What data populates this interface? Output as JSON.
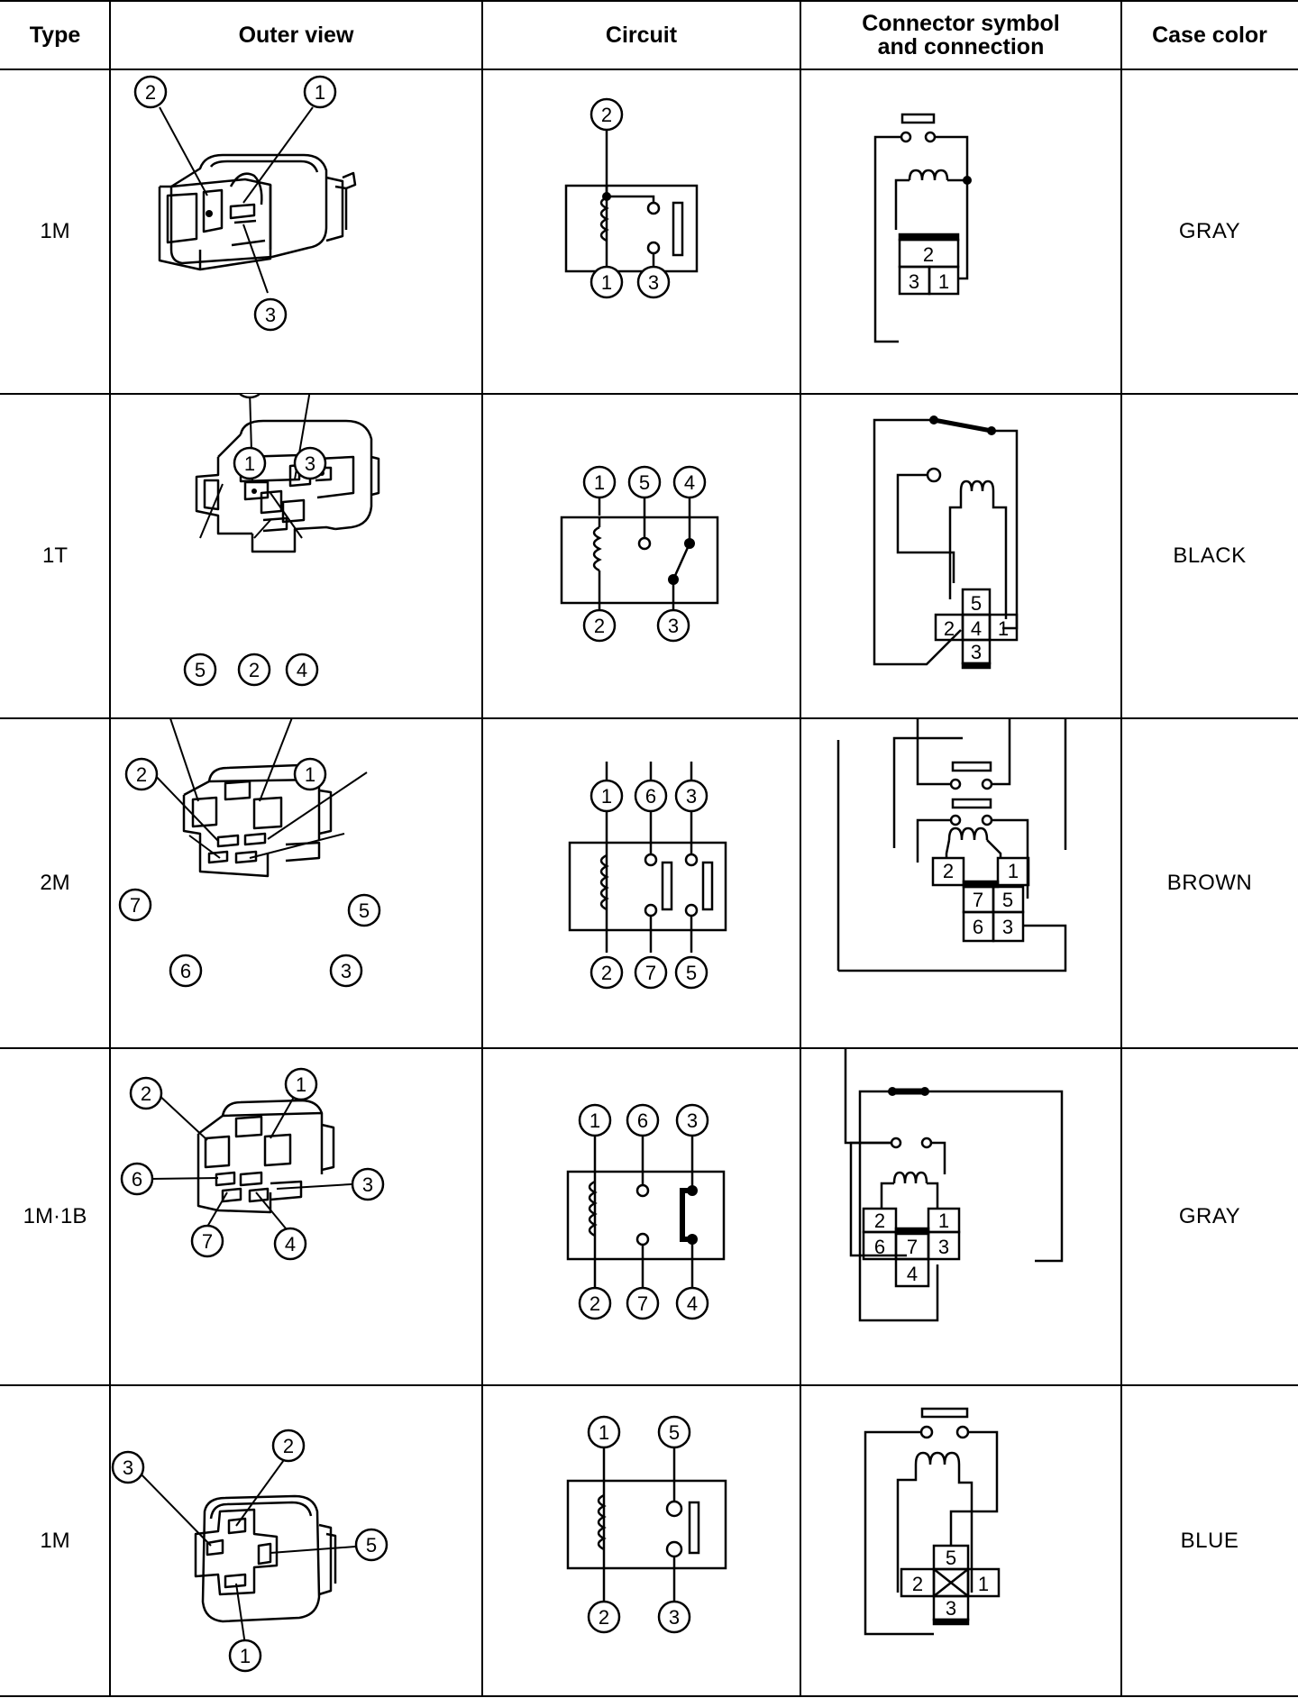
{
  "headers": {
    "type": "Type",
    "outer_view": "Outer view",
    "circuit": "Circuit",
    "connector": "Connector symbol\nand connection",
    "case_color": "Case color"
  },
  "rows": [
    {
      "type": "1M",
      "case_color": "GRAY",
      "outer_pins": [
        "2",
        "1",
        "3"
      ],
      "circuit_pins": [
        "2",
        "1",
        "3"
      ],
      "connector_cells": [
        "2",
        "3",
        "1"
      ]
    },
    {
      "type": "1T",
      "case_color": "BLACK",
      "outer_pins": [
        "1",
        "3",
        "5",
        "2",
        "4"
      ],
      "circuit_pins": [
        "1",
        "5",
        "4",
        "2",
        "3"
      ],
      "connector_cells": [
        "5",
        "2",
        "4",
        "1",
        "3"
      ]
    },
    {
      "type": "2M",
      "case_color": "BROWN",
      "outer_pins": [
        "2",
        "1",
        "7",
        "5",
        "6",
        "3"
      ],
      "circuit_pins": [
        "1",
        "6",
        "3",
        "2",
        "7",
        "5"
      ],
      "connector_cells": [
        "2",
        "1",
        "7",
        "5",
        "6",
        "3"
      ]
    },
    {
      "type": "1M·1B",
      "case_color": "GRAY",
      "outer_pins": [
        "2",
        "1",
        "6",
        "3",
        "7",
        "4"
      ],
      "circuit_pins": [
        "1",
        "6",
        "3",
        "2",
        "7",
        "4"
      ],
      "connector_cells": [
        "2",
        "1",
        "6",
        "7",
        "3",
        "4"
      ]
    },
    {
      "type": "1M",
      "case_color": "BLUE",
      "outer_pins": [
        "3",
        "2",
        "5",
        "1"
      ],
      "circuit_pins": [
        "1",
        "5",
        "2",
        "3"
      ],
      "connector_cells": [
        "5",
        "2",
        "1",
        "3"
      ]
    }
  ]
}
